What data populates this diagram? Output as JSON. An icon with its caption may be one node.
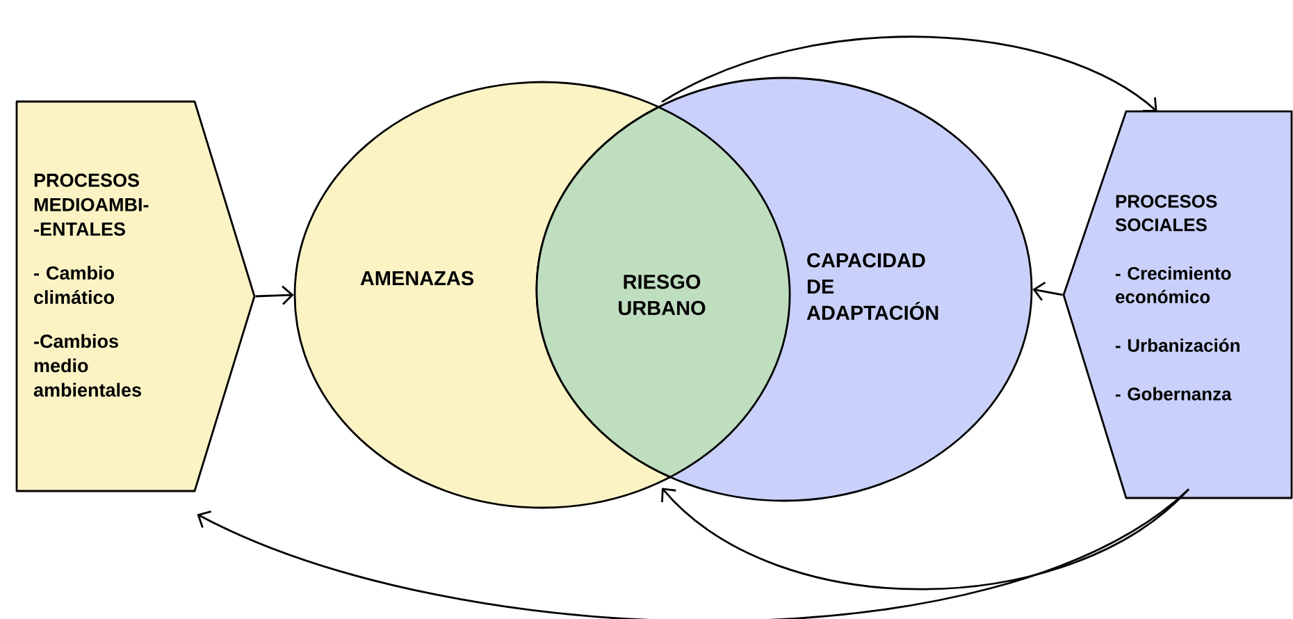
{
  "diagram": {
    "nodes": [
      {
        "text": [
          "PROCESOS MEDIOAMBI- -ENTALES",
          "- Cambio climático",
          "-Cambios medio ambientales"
        ]
      },
      {
        "text": [
          "AMENAZAS"
        ]
      },
      {
        "text": [
          "RIESGO URBANO"
        ]
      },
      {
        "text": [
          "CAPACIDAD DE ADAPTACIÓN"
        ]
      },
      {
        "text": [
          "PROCESOS SOCIALES",
          "- Crecimiento económico",
          "- Urbanización",
          "- Gobernanza"
        ]
      }
    ],
    "edges": [
      {
        "from": 0,
        "to": 1,
        "arrow": "to"
      },
      {
        "from": 4,
        "to": 3,
        "arrow": "to"
      },
      {
        "from": 2,
        "to": 4,
        "arrow": "to"
      },
      {
        "from": 4,
        "to": 2,
        "arrow": "to"
      },
      {
        "from": 4,
        "to": 0,
        "arrow": "to"
      }
    ]
  }
}
